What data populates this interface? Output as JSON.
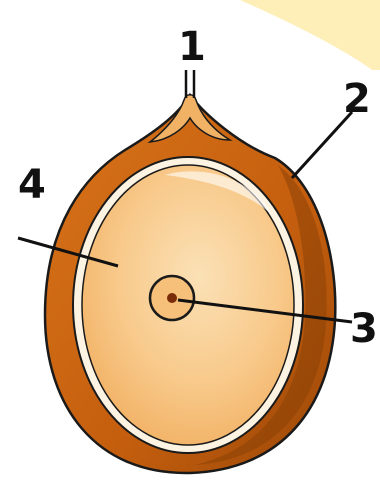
{
  "labels": {
    "one": "1",
    "two": "2",
    "three": "3",
    "four": "4"
  },
  "colors": {
    "outer_layer": "#c9640f",
    "outer_layer_dark": "#7a3a07",
    "inner_tissue": "#f7c07a",
    "inner_highlight": "#fbe1b6",
    "background_swoosh": "#fde58a",
    "center_dot": "#7a2c08",
    "outline": "#1a1a1a"
  }
}
